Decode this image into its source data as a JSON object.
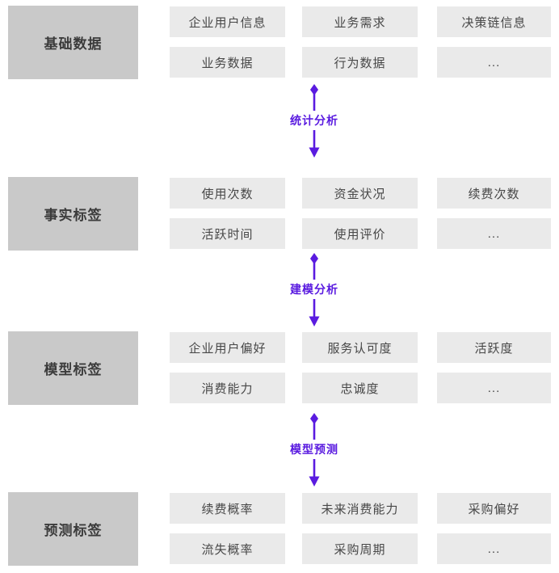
{
  "diagram": {
    "sections": [
      {
        "label": "基础数据",
        "items": [
          "企业用户信息",
          "业务需求",
          "决策链信息",
          "业务数据",
          "行为数据",
          "..."
        ]
      },
      {
        "label": "事实标签",
        "items": [
          "使用次数",
          "资金状况",
          "续费次数",
          "活跃时间",
          "使用评价",
          "..."
        ]
      },
      {
        "label": "模型标签",
        "items": [
          "企业用户偏好",
          "服务认可度",
          "活跃度",
          "消费能力",
          "忠诚度",
          "..."
        ]
      },
      {
        "label": "预测标签",
        "items": [
          "续费概率",
          "未来消费能力",
          "采购偏好",
          "流失概率",
          "采购周期",
          "..."
        ]
      }
    ],
    "arrows": [
      {
        "label": "统计分析"
      },
      {
        "label": "建模分析"
      },
      {
        "label": "模型预测"
      }
    ],
    "colors": {
      "section_box": "#c9c9c9",
      "item_box": "#eaeaea",
      "section_text": "#3b3b3b",
      "item_text": "#474747",
      "arrow": "#5a1be0",
      "background": "#ffffff"
    }
  }
}
